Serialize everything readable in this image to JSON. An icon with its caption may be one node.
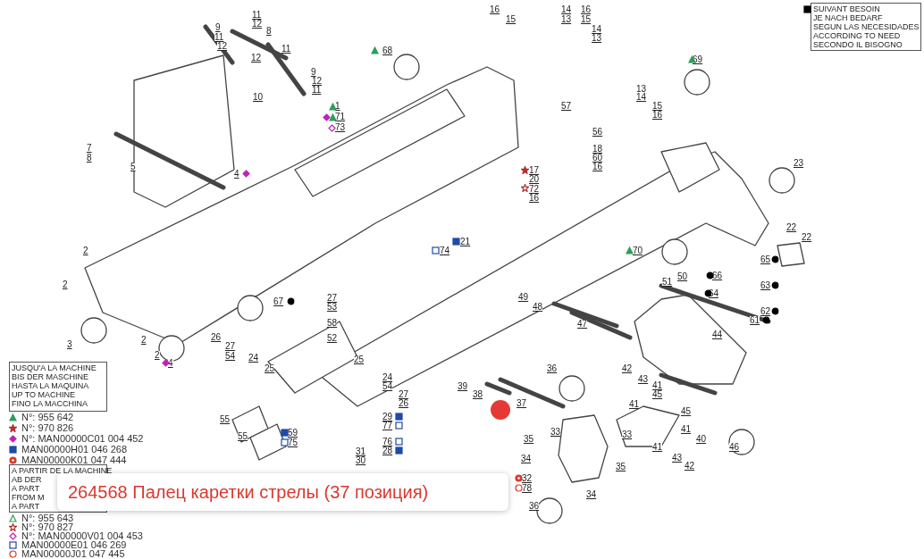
{
  "diagram": {
    "labels": [
      "SUIVANT BESOIN",
      "JE NACH BEDARF",
      "SEGUN LAS NECESIDADES",
      "ACCORDING TO NEED",
      "SECONDO IL BISOGNO",
      "9",
      "11",
      "12",
      "11",
      "12",
      "8",
      "11",
      "12",
      "10",
      "9",
      "12",
      "11",
      "7",
      "8",
      "5",
      "4",
      "2",
      "2",
      "3",
      "2",
      "2",
      "4",
      "1",
      "71",
      "73",
      "68",
      "16",
      "15",
      "14",
      "13",
      "16",
      "15",
      "14",
      "13",
      "69",
      "57",
      "56",
      "18",
      "60",
      "16",
      "17",
      "20",
      "72",
      "16",
      "13",
      "14",
      "15",
      "16",
      "23",
      "22",
      "22",
      "21",
      "74",
      "70",
      "50",
      "66",
      "65",
      "64",
      "63",
      "62",
      "61",
      "51",
      "49",
      "48",
      "47",
      "44",
      "67",
      "27",
      "53",
      "58",
      "52",
      "26",
      "27",
      "54",
      "24",
      "25",
      "25",
      "24",
      "54",
      "27",
      "26",
      "29",
      "77",
      "76",
      "28",
      "31",
      "30",
      "55",
      "55",
      "59",
      "75",
      "39",
      "38",
      "37",
      "36",
      "42",
      "43",
      "41",
      "45",
      "41",
      "33",
      "33",
      "45",
      "41",
      "40",
      "41",
      "43",
      "46",
      "42",
      "35",
      "34",
      "35",
      "32",
      "78",
      "34",
      "36",
      "JUSQU'A LA MACHINE",
      "BIS DER MASCHINE",
      "HASTA LA MAQUINA",
      "UP TO MACHINE",
      "FINO LA MACCHINA",
      "A PARTIR DE LA MACHINE",
      "AB DER",
      "A PART",
      "FROM M",
      "A PART",
      "264568 Палец каретки стрелы  (37 позиция)"
    ],
    "legend": [
      {
        "text": "N°: 955 642"
      },
      {
        "text": "N°: 970 826"
      },
      {
        "text": "N°: MAN00000C01 004 452"
      },
      {
        "text": "MAN00000H01 046 268"
      },
      {
        "text": "MAN00000K01 047 444"
      },
      {
        "text": "N°: 955 643"
      },
      {
        "text": "N°: 970 827"
      },
      {
        "text": "N°: MAN00000V01 004 453"
      },
      {
        "text": "MAN00000E01 046 269"
      },
      {
        "text": "MAN00000J01 047 445"
      }
    ]
  }
}
